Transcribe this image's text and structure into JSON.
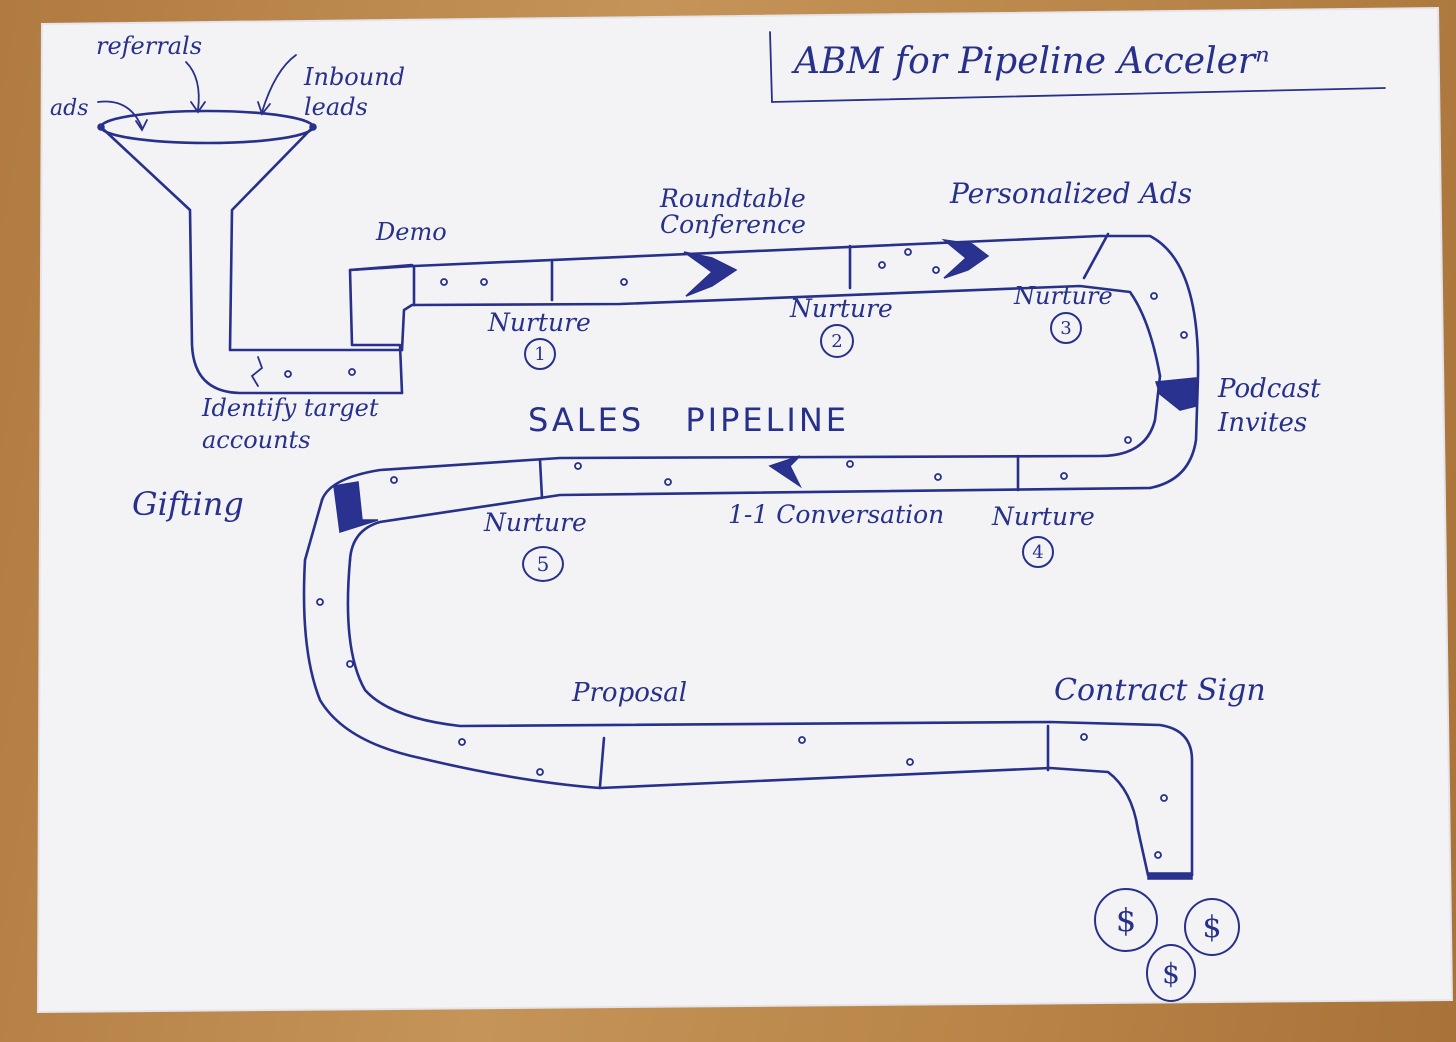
{
  "title": "ABM for Pipeline Accelerⁿ",
  "funnel": {
    "inputs": [
      "ads",
      "referrals",
      "Inbound leads"
    ],
    "output_label": "Identify target accounts"
  },
  "center_label": "SALES PIPELINE",
  "side_label": "Gifting",
  "stages": {
    "demo": "Demo",
    "roundtable": "Roundtable Conference",
    "personalized_ads": "Personalized Ads",
    "podcast": "Podcast Invites",
    "one_on_one": "1-1 Conversation",
    "proposal": "Proposal",
    "contract": "Contract Sign"
  },
  "nurture": [
    {
      "label": "Nurture",
      "number": "1"
    },
    {
      "label": "Nurture",
      "number": "2"
    },
    {
      "label": "Nurture",
      "number": "3"
    },
    {
      "label": "Nurture",
      "number": "4"
    },
    {
      "label": "Nurture",
      "number": "5"
    }
  ],
  "outputs": [
    "$",
    "$",
    "$"
  ],
  "colors": {
    "ink": "#27308a",
    "paper": "#f4f4f7",
    "desk": "#b98548"
  }
}
